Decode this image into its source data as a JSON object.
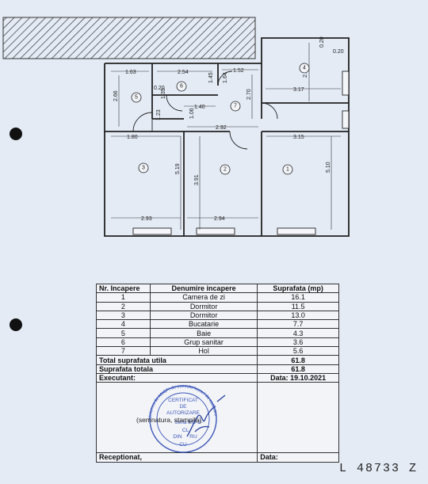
{
  "plan": {
    "dims": {
      "d_1_63": "1.63",
      "d_2_54": "2.54",
      "d_1_52": "1.52",
      "d_0_20_top": "0.20",
      "d_0_20_right": "0.20",
      "d_2_44": "2.44",
      "d_3_17": "3.17",
      "d_2_66": "2.66",
      "d_0_20_mid": "0.20",
      "d_1_35": "1.35",
      "d_1_45": "1.45",
      "d_1_64": "1.64",
      "d_2_70": "2.70",
      "d_1_40": "1.40",
      "d_1_06": "1.06",
      "d_1_23": "1.23",
      "d_2_92": "2.92",
      "d_1_80": "1.80",
      "d_3_15": "3.15",
      "d_5_19": "5.19",
      "d_3_91": "3.91",
      "d_5_10": "5.10",
      "d_2_93": "2.93",
      "d_2_94": "2.94"
    },
    "room_numbers": [
      "1",
      "2",
      "3",
      "4",
      "5",
      "6",
      "7"
    ]
  },
  "table": {
    "headers": {
      "nr": "Nr. Incapere",
      "name": "Denumire incapere",
      "area": "Suprafata (mp)"
    },
    "rows": [
      {
        "nr": "1",
        "name": "Camera de zi",
        "area": "16.1"
      },
      {
        "nr": "2",
        "name": "Dormitor",
        "area": "11.5"
      },
      {
        "nr": "3",
        "name": "Dormitor",
        "area": "13.0"
      },
      {
        "nr": "4",
        "name": "Bucatarie",
        "area": "7.7"
      },
      {
        "nr": "5",
        "name": "Baie",
        "area": "4.3"
      },
      {
        "nr": "6",
        "name": "Grup sanitar",
        "area": "3.6"
      },
      {
        "nr": "7",
        "name": "Hol",
        "area": "5.6"
      }
    ],
    "total_util_label": "Total suprafata utila",
    "total_util_value": "61.8",
    "total_label": "Suprafata totala",
    "total_value": "61.8",
    "executant_label": "Executant:",
    "date_label": "Data: 19.10.2021",
    "signature_placeholder": "(semnatura, stampila)",
    "receptionat_label": "Receptionat,",
    "data_label_bottom": "Data:"
  },
  "stamp": {
    "line1": "CERTIFICAT",
    "line2": "DE",
    "line3": "AUTORIZARE",
    "line4": "Seria RO-B-",
    "line5": "CL",
    "line6": "DIN",
    "line7": "RU",
    "line8": "CU",
    "ring_text": "Uniunea de ANCPI de executa lucrari de cadastru"
  },
  "handwritten_number": "L 48733 Z"
}
